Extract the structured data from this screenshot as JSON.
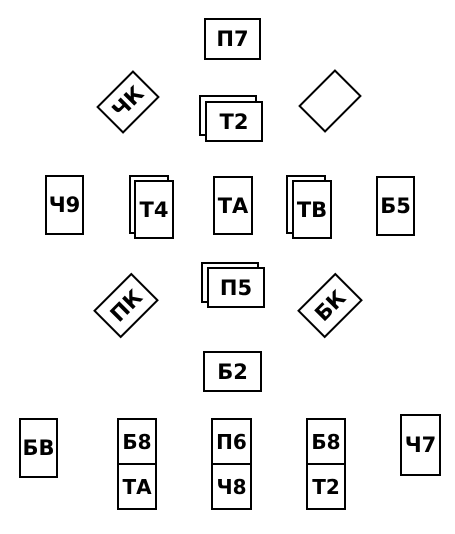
{
  "cards": {
    "p7": "П7",
    "chk": "ЧК",
    "t2": "Т2",
    "blank_diamond": "",
    "ch9": "Ч9",
    "t4": "Т4",
    "ta": "ТА",
    "tv": "ТВ",
    "b5": "Б5",
    "pk": "ПК",
    "p5": "П5",
    "bk": "БК",
    "b2": "Б2",
    "bv": "БВ",
    "b8_ta_top": "Б8",
    "b8_ta_bottom": "ТА",
    "p6_ch8_top": "П6",
    "p6_ch8_bottom": "Ч8",
    "b8_t2_top": "Б8",
    "b8_t2_bottom": "Т2",
    "ch7": "Ч7"
  }
}
